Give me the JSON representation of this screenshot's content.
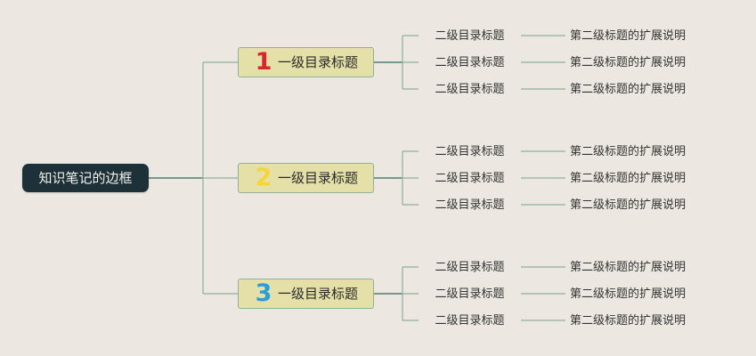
{
  "colors": {
    "background": "#ece8e1",
    "root_fill": "#1f3138",
    "root_text": "#f0f0ec",
    "topic_fill": "#e4e0a8",
    "topic_border": "#8fb09b",
    "connector": "#8fb09b",
    "connector_root": "#4f7d75"
  },
  "root": {
    "label": "知识笔记的边框"
  },
  "topics": [
    {
      "number": "1",
      "number_color": "#d8262c",
      "label": "一级目录标题",
      "children": [
        {
          "label": "二级目录标题",
          "desc": "第二级标题的扩展说明"
        },
        {
          "label": "二级目录标题",
          "desc": "第二级标题的扩展说明"
        },
        {
          "label": "二级目录标题",
          "desc": "第二级标题的扩展说明"
        }
      ]
    },
    {
      "number": "2",
      "number_color": "#f4d63a",
      "label": "一级目录标题",
      "children": [
        {
          "label": "二级目录标题",
          "desc": "第二级标题的扩展说明"
        },
        {
          "label": "二级目录标题",
          "desc": "第二级标题的扩展说明"
        },
        {
          "label": "二级目录标题",
          "desc": "第二级标题的扩展说明"
        }
      ]
    },
    {
      "number": "3",
      "number_color": "#2a9fd6",
      "label": "一级目录标题",
      "children": [
        {
          "label": "二级目录标题",
          "desc": "第二级标题的扩展说明"
        },
        {
          "label": "二级目录标题",
          "desc": "第二级标题的扩展说明"
        },
        {
          "label": "二级目录标题",
          "desc": "第二级标题的扩展说明"
        }
      ]
    }
  ]
}
